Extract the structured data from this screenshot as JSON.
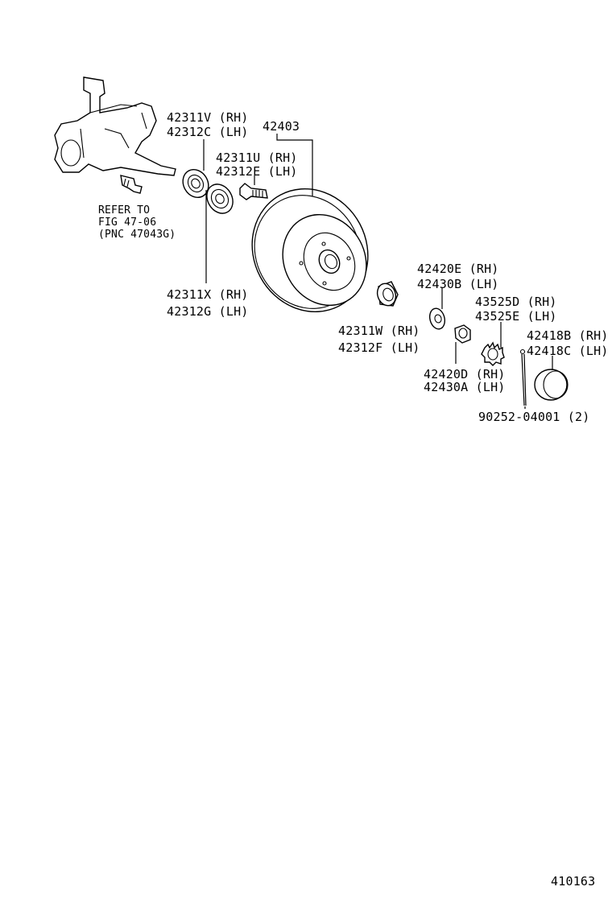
{
  "diagram": {
    "labels": {
      "bearing_outer": [
        "42311V (RH)",
        "42312C (LH)"
      ],
      "drum": "42403",
      "bolt": [
        "42311U (RH)",
        "42312E (LH)"
      ],
      "refer": [
        "REFER TO",
        "FIG 47-06",
        "(PNC 47043G)"
      ],
      "bearing_inner": [
        "42311X (RH)",
        "42312G (LH)"
      ],
      "washer": [
        "42420E (RH)",
        "42430B (LH)"
      ],
      "lock_cap": [
        "43525D (RH)",
        "43525E (LH)"
      ],
      "hub_cap": [
        "42418B (RH)",
        "42418C (LH)"
      ],
      "outer_bearing": [
        "42311W (RH)",
        "42312F (LH)"
      ],
      "nut": [
        "42420D (RH)",
        "42430A (LH)"
      ],
      "cotter_pin": "90252-04001 (2)"
    },
    "figure_number": "410163"
  }
}
